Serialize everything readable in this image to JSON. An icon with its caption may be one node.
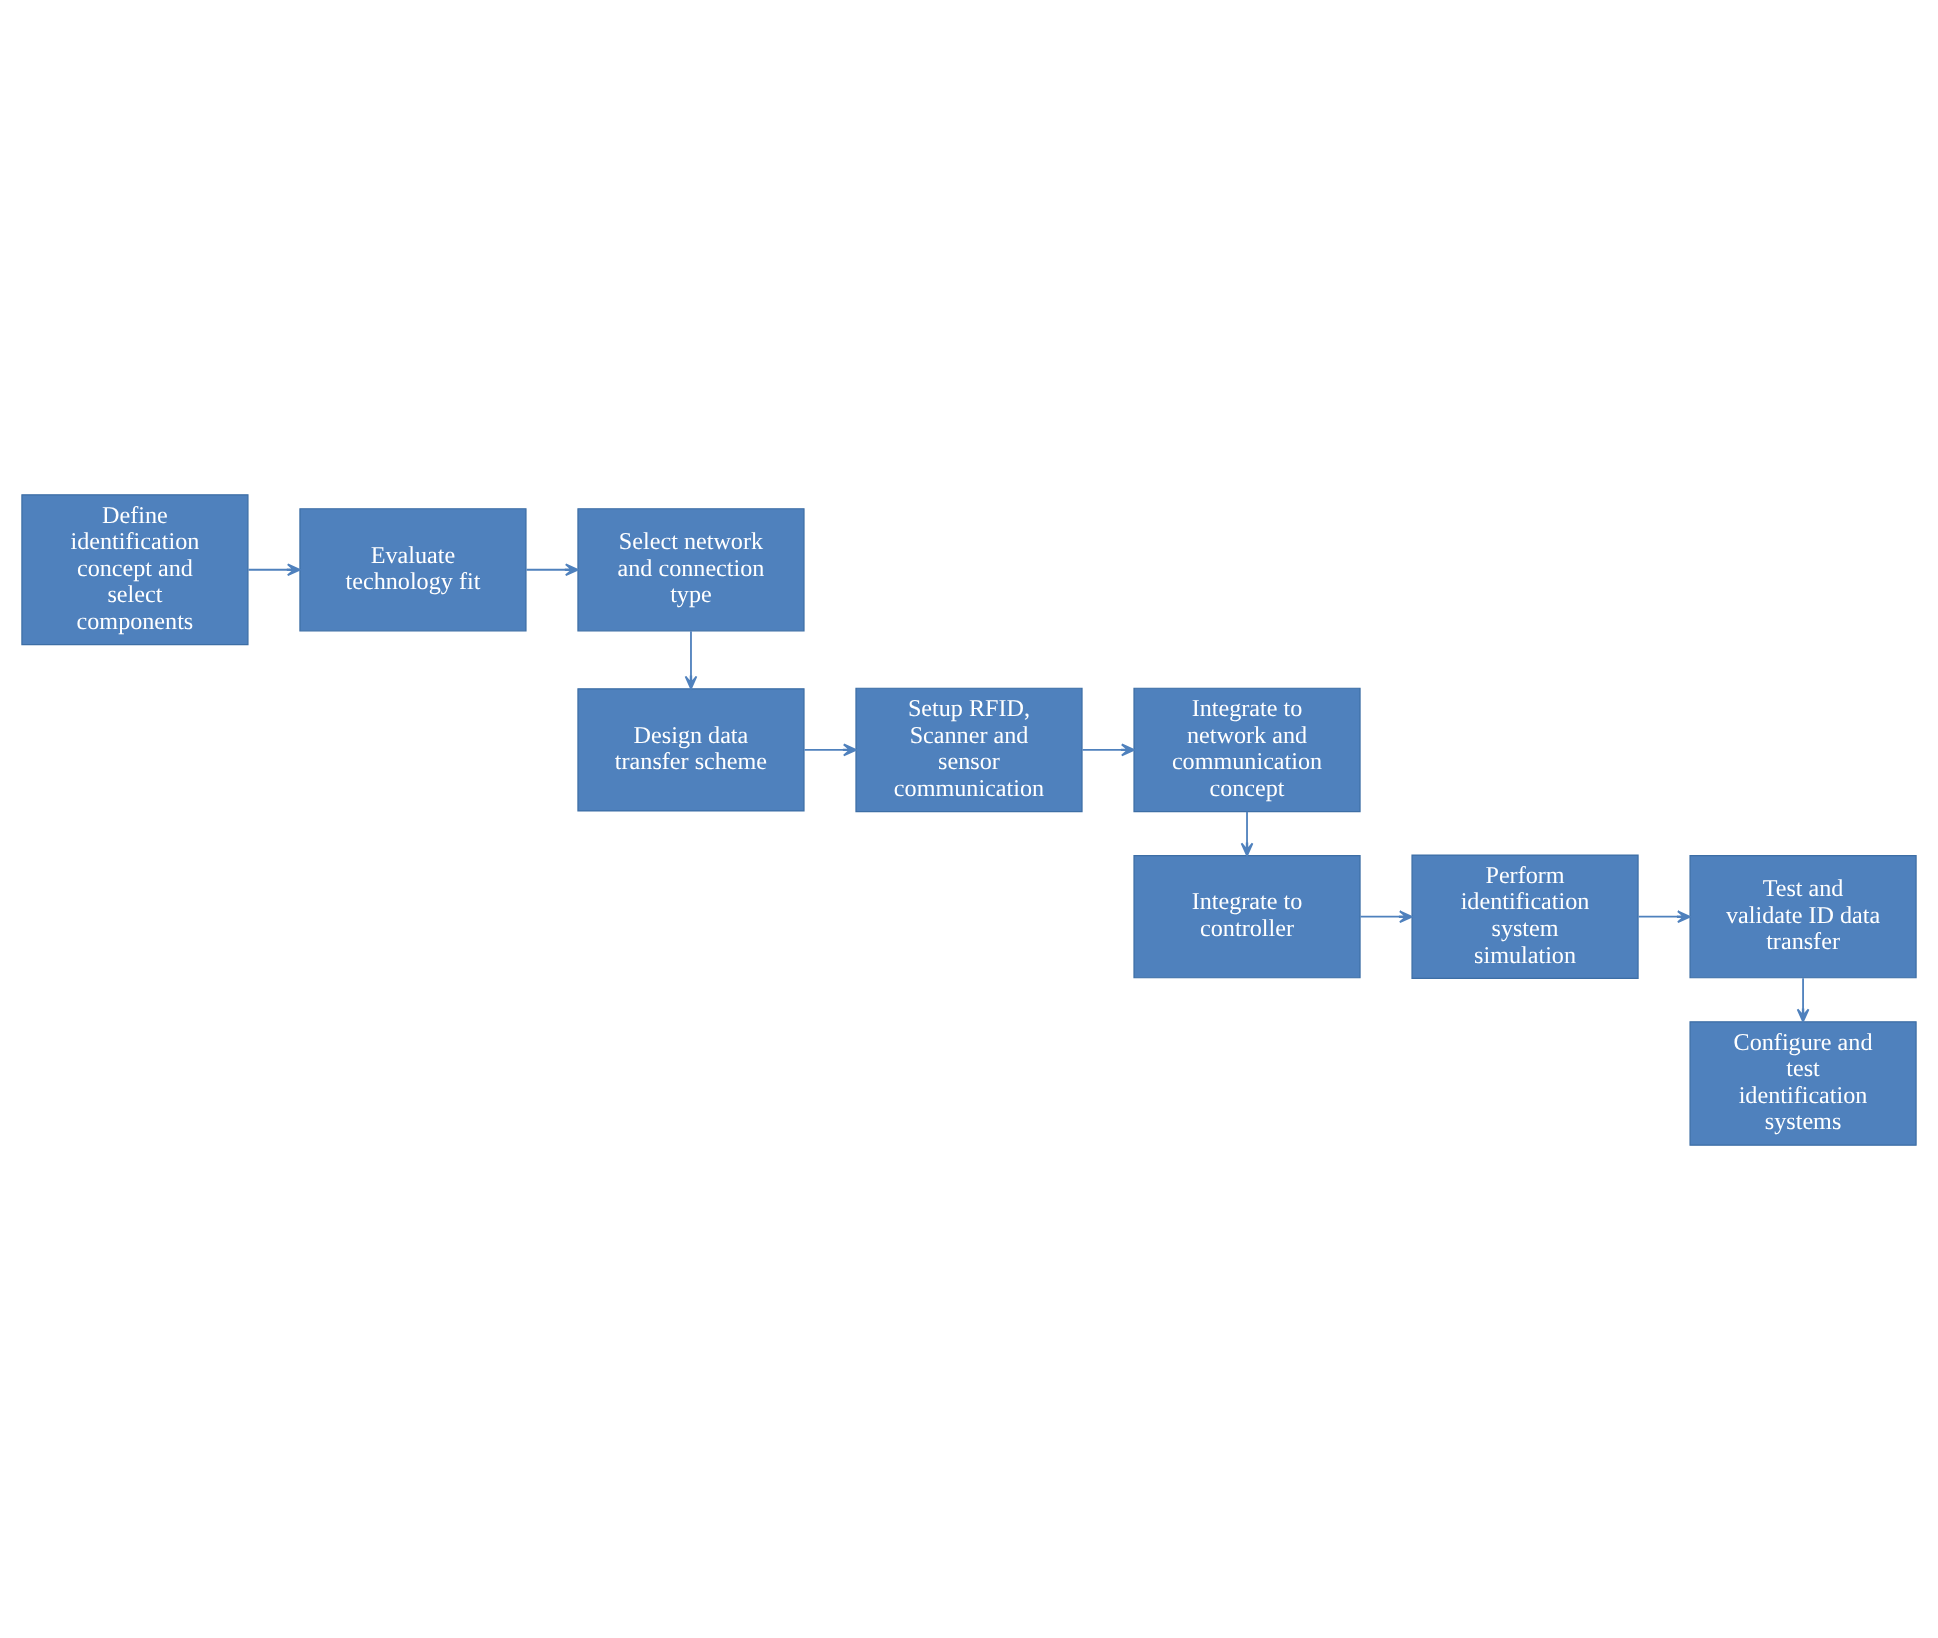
{
  "diagram": {
    "nodes": [
      {
        "text": [
          "Define identification concept and select components"
        ]
      },
      {
        "text": [
          "Evaluate technology fit"
        ]
      },
      {
        "text": [
          "Select network and connection type"
        ]
      },
      {
        "text": [
          "Design data transfer scheme"
        ]
      },
      {
        "text": [
          "Setup RFID, Scanner and sensor communication"
        ]
      },
      {
        "text": [
          "Integrate to network and communication concept"
        ]
      },
      {
        "text": [
          "Integrate to controller"
        ]
      },
      {
        "text": [
          "Perform identification system simulation"
        ]
      },
      {
        "text": [
          "Test and validate ID data transfer"
        ]
      },
      {
        "text": [
          "Configure and test identification systems"
        ]
      }
    ],
    "edges": [
      {
        "from": 0,
        "to": 1,
        "arrow": "to"
      },
      {
        "from": 1,
        "to": 2,
        "arrow": "to"
      },
      {
        "from": 2,
        "to": 3,
        "arrow": "to"
      },
      {
        "from": 3,
        "to": 4,
        "arrow": "to"
      },
      {
        "from": 4,
        "to": 5,
        "arrow": "to"
      },
      {
        "from": 5,
        "to": 6,
        "arrow": "to"
      },
      {
        "from": 6,
        "to": 7,
        "arrow": "to"
      },
      {
        "from": 7,
        "to": 8,
        "arrow": "to"
      },
      {
        "from": 8,
        "to": 9,
        "arrow": "to"
      }
    ]
  }
}
